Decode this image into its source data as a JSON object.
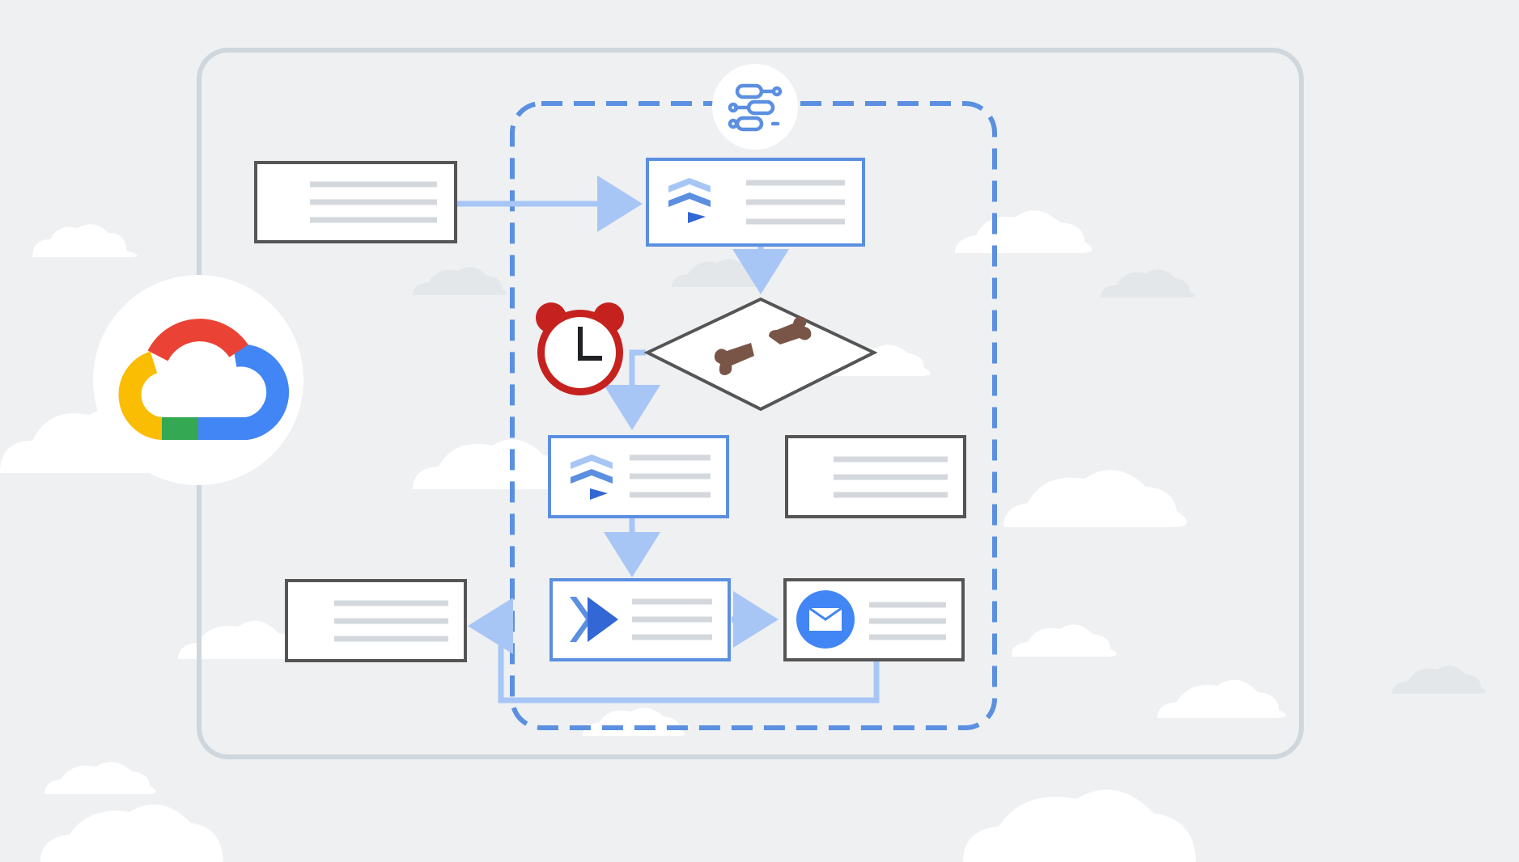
{
  "diagram": {
    "colors": {
      "background": "#eef0f2",
      "cloud": "#ffffff",
      "outer_frame": "#cfd6dc",
      "dashed_boundary": "#5b8fe0",
      "box_border_blue": "#5b8fe0",
      "box_border_gray": "#555555",
      "arrow": "#a8c6f5",
      "text_line": "#d4d8dc",
      "google_red": "#ea4335",
      "google_yellow": "#fbbc04",
      "google_green": "#34a853",
      "google_blue": "#4285f4",
      "alarm_red": "#c5221f",
      "broken_bone": "#795548"
    },
    "icons": {
      "logo": "google-cloud-logo",
      "boundary_badge": "workflows-icon",
      "timer": "alarm-clock-icon",
      "decision": "broken-bone-icon",
      "service": "cloud-run-icon",
      "action": "cloud-tasks-icon",
      "notify": "mail-icon"
    },
    "nodes": [
      {
        "id": "trigger-card",
        "kind": "plain"
      },
      {
        "id": "first-service-card",
        "kind": "service"
      },
      {
        "id": "decision-diamond",
        "kind": "decision"
      },
      {
        "id": "retry-service-card",
        "kind": "service"
      },
      {
        "id": "alternate-card",
        "kind": "plain"
      },
      {
        "id": "task-card",
        "kind": "action"
      },
      {
        "id": "email-card",
        "kind": "notify"
      },
      {
        "id": "output-card",
        "kind": "plain"
      }
    ]
  }
}
